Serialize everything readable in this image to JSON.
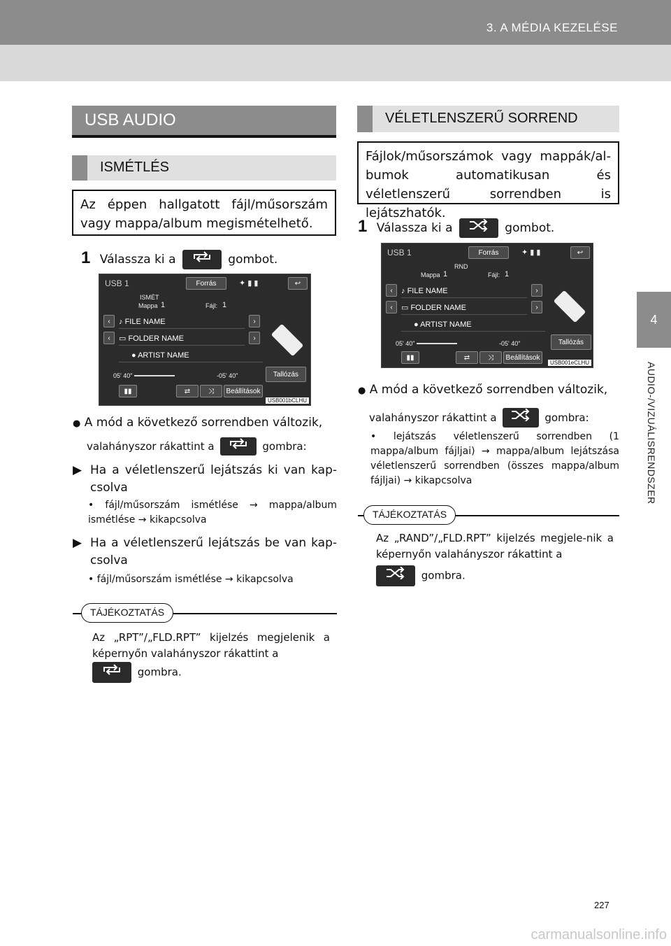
{
  "header": {
    "title": "3. A MÉDIA KEZELÉSE"
  },
  "chapter": {
    "number": "4",
    "side_label": "AUDIO-/VIZUÁLISRENDSZER"
  },
  "left": {
    "section_title": "USB AUDIO",
    "sub_title": "ISMÉTLÉS",
    "intro": "Az éppen hallgatott fájl/műsorszám vagy mappa/album megismételhető.",
    "step_num": "1",
    "step_before": "Válassza ki a",
    "step_after": "gombot.",
    "screen": {
      "usb": "USB 1",
      "source": "Forrás",
      "mode": "ISMÉT",
      "folder_label": "Mappa",
      "folder_val": "1",
      "file_label": "Fájl:",
      "file_val": "1",
      "rows": [
        "FILE NAME",
        "FOLDER NAME",
        "ARTIST NAME"
      ],
      "t_left": "05' 40\"",
      "t_right": "-05' 40\"",
      "browse": "Tallózás",
      "settings": "Beállítások",
      "code": "USB001bCLHU"
    },
    "bullet_line1": "A mód a következő sorrendben változik,",
    "bullet_line2_before": "valahányszor rákattint a",
    "bullet_line2_after": "gombra:",
    "arrow1": "Ha a véletlenszerű lejátszás ki van kap-csolva",
    "arrow1_sub": "• fájl/műsorszám ismétlése → mappa/album ismétlése → kikapcsolva",
    "arrow2": "Ha a véletlenszerű lejátszás be van kap-csolva",
    "arrow2_sub": "• fájl/műsorszám ismétlése → kikapcsolva",
    "info_label": "TÁJÉKOZTATÁS",
    "info_text": "Az „RPT”/„FLD.RPT” kijelzés megjelenik a képernyőn valahányszor rákattint a",
    "info_after": "gombra."
  },
  "right": {
    "section_title": "VÉLETLENSZERŰ SORREND",
    "intro": "Fájlok/műsorszámok vagy mappák/al-bumok automatikusan és véletlenszerű sorrendben is lejátszhatók.",
    "step_num": "1",
    "step_before": "Válassza ki a",
    "step_after": "gombot.",
    "screen": {
      "usb": "USB 1",
      "source": "Forrás",
      "mode": "RND",
      "folder_label": "Mappa",
      "folder_val": "1",
      "file_label": "Fájl:",
      "file_val": "1",
      "rows": [
        "FILE NAME",
        "FOLDER NAME",
        "ARTIST NAME"
      ],
      "t_left": "05' 40\"",
      "t_right": "-05' 40\"",
      "browse": "Tallózás",
      "settings": "Beállítások",
      "code": "USB001eCLHU"
    },
    "bullet_line1": "A mód a következő sorrendben változik,",
    "bullet_line2_before": "valahányszor rákattint a",
    "bullet_line2_after": "gombra:",
    "bullet_sub": "• lejátszás véletlenszerű sorrendben (1 mappa/album fájljai) → mappa/album lejátszása véletlenszerű sorrendben (összes mappa/album fájljai) → kikapcsolva",
    "info_label": "TÁJÉKOZTATÁS",
    "info_text": "Az „RAND”/„FLD.RPT” kijelzés megjele-nik a képernyőn valahányszor rákattint a",
    "info_after": "gombra."
  },
  "icons": {
    "repeat": "repeat-icon",
    "shuffle": "shuffle-icon"
  },
  "page_number": "227",
  "watermark": "carmanualsonline.info"
}
